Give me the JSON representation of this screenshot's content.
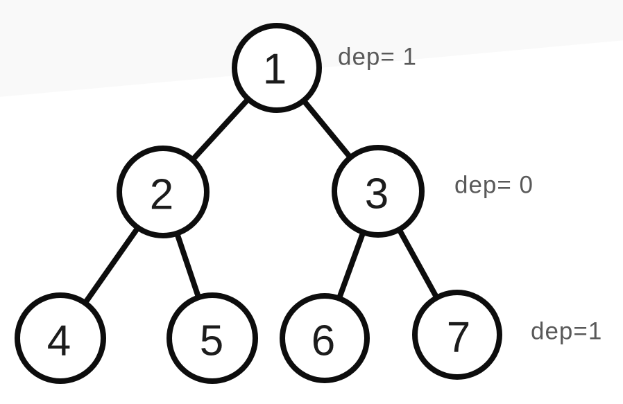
{
  "tree": {
    "nodes": [
      {
        "value": "1"
      },
      {
        "value": "2"
      },
      {
        "value": "3"
      },
      {
        "value": "4"
      },
      {
        "value": "5"
      },
      {
        "value": "6"
      },
      {
        "value": "7"
      }
    ],
    "edges": [
      {
        "from": "1",
        "to": "2"
      },
      {
        "from": "1",
        "to": "3"
      },
      {
        "from": "2",
        "to": "4"
      },
      {
        "from": "2",
        "to": "5"
      },
      {
        "from": "3",
        "to": "6"
      },
      {
        "from": "3",
        "to": "7"
      }
    ]
  },
  "depth_labels": [
    {
      "text": "dep= 1"
    },
    {
      "text": "dep= 0"
    },
    {
      "text": "dep=1"
    }
  ],
  "colors": {
    "edge_stroke": "#0d0d0d",
    "node_stroke": "#0d0d0d",
    "node_text": "#1c1c1c",
    "label_text": "#595959"
  }
}
